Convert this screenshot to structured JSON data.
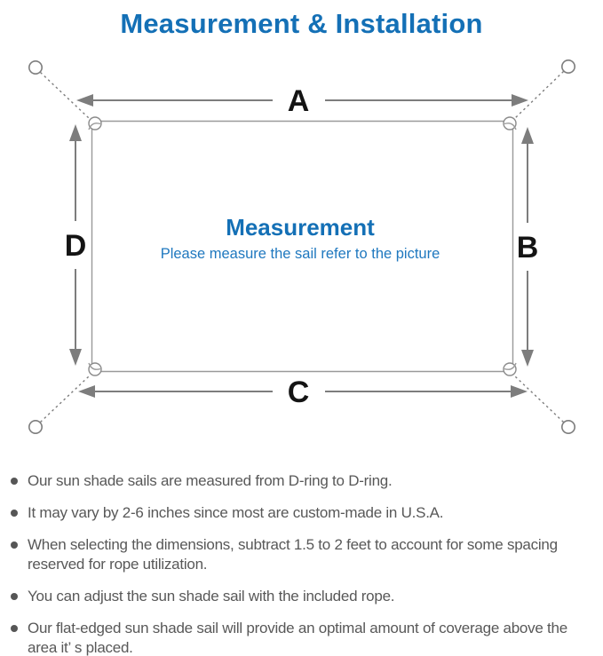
{
  "page": {
    "title": "Measurement & Installation"
  },
  "diagram": {
    "dimension_labels": {
      "top": "A",
      "right": "B",
      "bottom": "C",
      "left": "D"
    },
    "center": {
      "heading": "Measurement",
      "subtitle": "Please measure the sail refer to the picture"
    },
    "colors": {
      "accent_blue": "#1470b6",
      "subtitle_blue": "#1f78bf",
      "line_gray": "#7d7d7d",
      "label_black": "#141414"
    }
  },
  "notes": {
    "items": [
      {
        "text": "Our sun shade sails are measured from D-ring to D-ring."
      },
      {
        "text": "It may vary by 2-6 inches since most are custom-made in U.S.A."
      },
      {
        "text": "When selecting the dimensions, subtract 1.5 to 2 feet to account for some spacing reserved for rope utilization."
      },
      {
        "text": "You can adjust the sun shade sail with the included rope."
      },
      {
        "text": "Our flat-edged sun shade sail will provide an optimal amount of coverage above the area it’ s placed."
      }
    ]
  }
}
